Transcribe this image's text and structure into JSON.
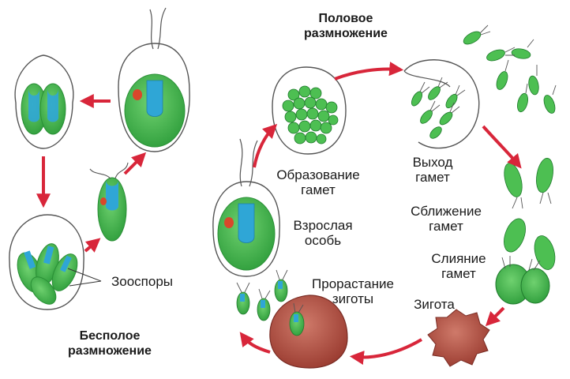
{
  "sexual_title": [
    "Половое",
    "размножение"
  ],
  "asexual_title": [
    "Бесполое",
    "размножение"
  ],
  "labels": {
    "gamete_formation": [
      "Образование",
      "гамет"
    ],
    "adult": [
      "Взрослая",
      "особь"
    ],
    "zygote_germination": [
      "Прорастание",
      "зиготы"
    ],
    "gamete_release": [
      "Выход",
      "гамет"
    ],
    "gamete_approach": [
      "Сближение",
      "гамет"
    ],
    "gamete_fusion": [
      "Слияние",
      "гамет"
    ],
    "zygote": "Зигота",
    "zoospores": "Зооспоры"
  },
  "colors": {
    "cell_green": "#3fb54a",
    "cell_green_dark": "#2a8f36",
    "nucleus_blue": "#2fa6d6",
    "eyespot_red": "#d9472b",
    "arrow_red": "#d8263a",
    "zygote_brown": "#a8493c"
  }
}
